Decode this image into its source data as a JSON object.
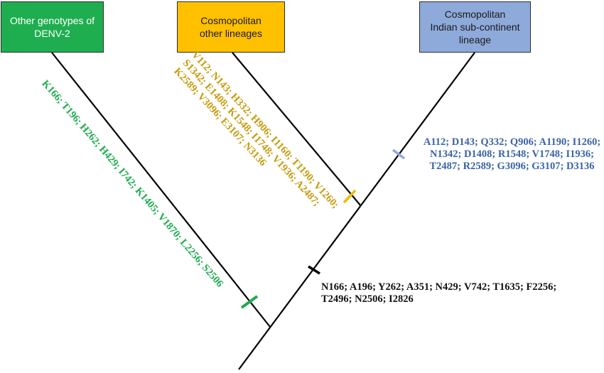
{
  "boxes": {
    "green": {
      "label": "Other genotypes  of\nDENV-2",
      "color": "#1fae4f"
    },
    "orange": {
      "label": "Cosmopolitan\nother lineages",
      "color": "#ffc000"
    },
    "blue": {
      "label": "Cosmopolitan\nIndian sub-continent\nlineage",
      "color": "#8eaadb"
    }
  },
  "mutations": {
    "green": "K166; T196; H262; H429; I742; K1405; V1870; L2256; S2506",
    "orange": "V112; N143; H332; H906; I1160; T1190; V1260; S1342; E1408; K1548; I1748; V1936; A2487; K2589; V3096; E3107; N3136",
    "blue": "A112; D143; Q332;  Q906; A1190; I1260; N1342; D1408; R1548; V1748; I1936; T2487; R2589; G3096; G3107; D3136",
    "black": "N166; A196; Y262; A351; N429; V742; T1635; F2256; T2496; N2506; I2826"
  },
  "colors": {
    "branch": "#000000",
    "green_mark": "#1eab4f",
    "orange_mark": "#f5b800",
    "blue_mark": "#8fa8dc",
    "black_mark": "#000000"
  }
}
